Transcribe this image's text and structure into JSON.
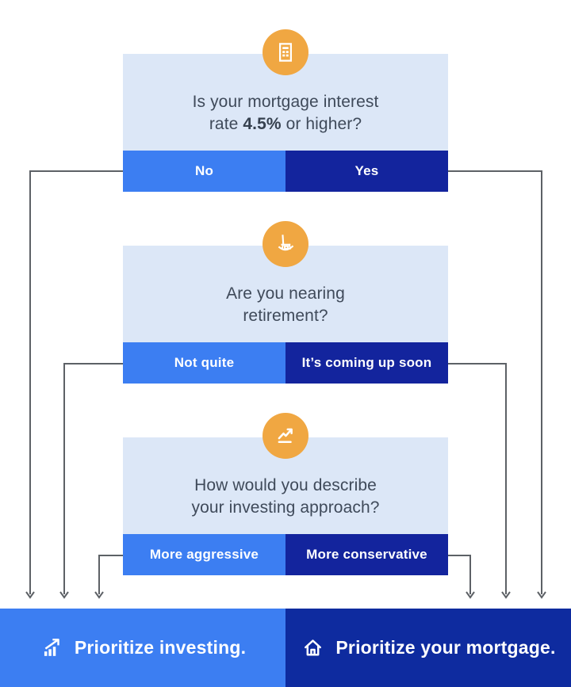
{
  "palette": {
    "bright-blue": "#3c7ef2",
    "navy": "#13249d",
    "navy-deep": "#0e2b9f",
    "card-bg": "#dce7f7",
    "orange": "#f0a742",
    "question-text": "#3f4a5a",
    "arrow": "#5d6166"
  },
  "cards": [
    {
      "icon": "calculator-statement-icon",
      "question": {
        "line1": "Is your mortgage interest",
        "line2_pre": "rate ",
        "line2_bold": "4.5%",
        "line2_post": " or higher?"
      },
      "buttons": [
        {
          "label": "No"
        },
        {
          "label": "Yes"
        }
      ]
    },
    {
      "icon": "rocking-chair-icon",
      "question": {
        "line1": "Are you nearing",
        "line2_pre": "retirement?",
        "line2_bold": "",
        "line2_post": ""
      },
      "buttons": [
        {
          "label": "Not quite"
        },
        {
          "label": "It’s coming up soon"
        }
      ]
    },
    {
      "icon": "trending-up-chart-icon",
      "question": {
        "line1": "How would you describe",
        "line2_pre": "your investing approach?",
        "line2_bold": "",
        "line2_post": ""
      },
      "buttons": [
        {
          "label": "More aggressive"
        },
        {
          "label": "More conservative"
        }
      ]
    }
  ],
  "results": [
    {
      "icon": "bar-chart-growth-arrow-icon",
      "label": "Prioritize investing."
    },
    {
      "icon": "house-icon",
      "label": "Prioritize your mortgage."
    }
  ]
}
